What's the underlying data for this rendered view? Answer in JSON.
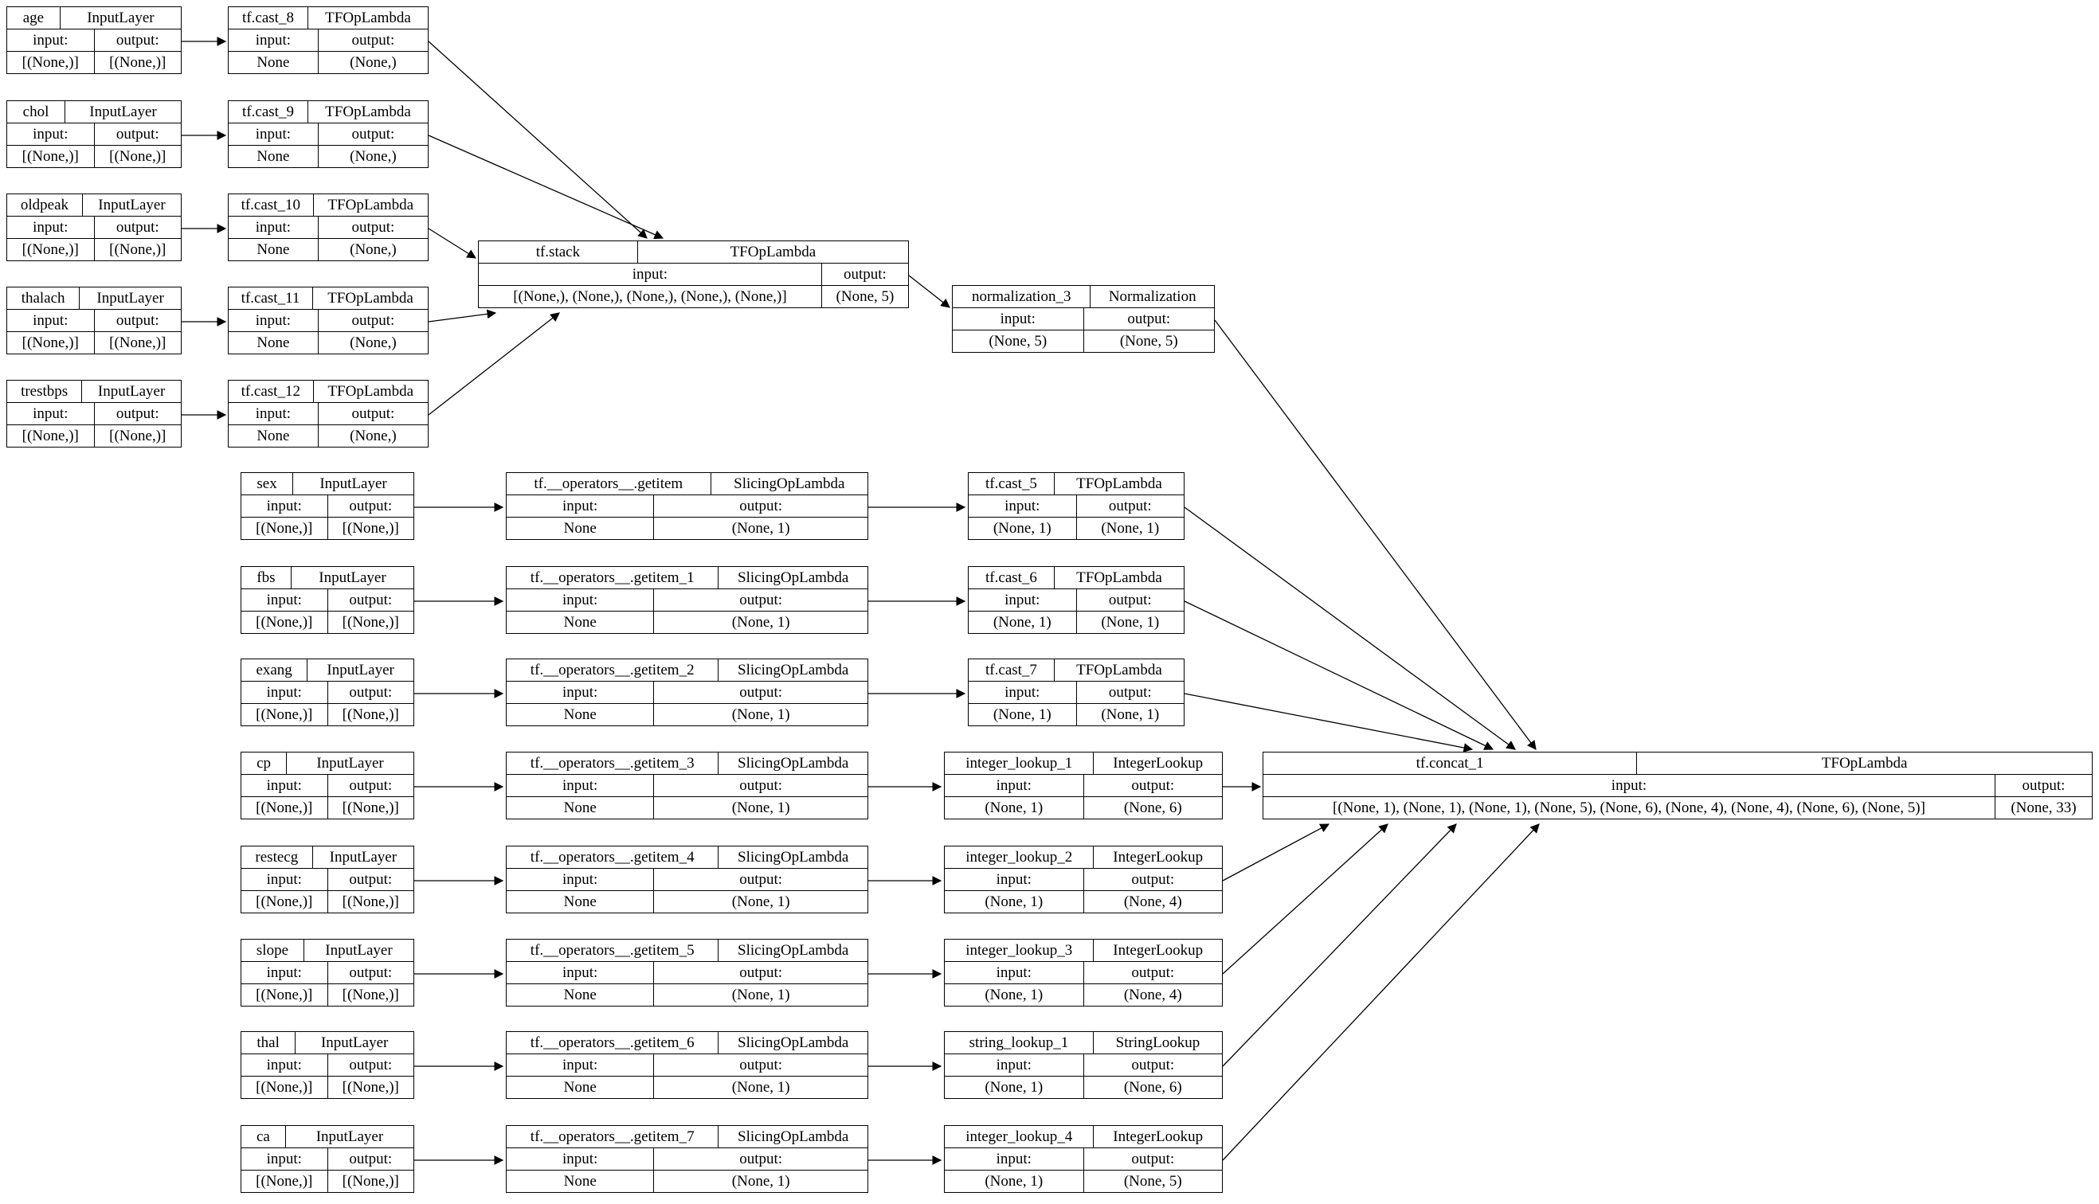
{
  "labels": {
    "input": "input:",
    "output": "output:"
  },
  "nodes": {
    "age": {
      "name": "age",
      "type": "InputLayer",
      "input": "[(None,)]",
      "output": "[(None,)]"
    },
    "chol": {
      "name": "chol",
      "type": "InputLayer",
      "input": "[(None,)]",
      "output": "[(None,)]"
    },
    "oldpeak": {
      "name": "oldpeak",
      "type": "InputLayer",
      "input": "[(None,)]",
      "output": "[(None,)]"
    },
    "thalach": {
      "name": "thalach",
      "type": "InputLayer",
      "input": "[(None,)]",
      "output": "[(None,)]"
    },
    "trestbps": {
      "name": "trestbps",
      "type": "InputLayer",
      "input": "[(None,)]",
      "output": "[(None,)]"
    },
    "cast_8": {
      "name": "tf.cast_8",
      "type": "TFOpLambda",
      "input": "None",
      "output": "(None,)"
    },
    "cast_9": {
      "name": "tf.cast_9",
      "type": "TFOpLambda",
      "input": "None",
      "output": "(None,)"
    },
    "cast_10": {
      "name": "tf.cast_10",
      "type": "TFOpLambda",
      "input": "None",
      "output": "(None,)"
    },
    "cast_11": {
      "name": "tf.cast_11",
      "type": "TFOpLambda",
      "input": "None",
      "output": "(None,)"
    },
    "cast_12": {
      "name": "tf.cast_12",
      "type": "TFOpLambda",
      "input": "None",
      "output": "(None,)"
    },
    "stack": {
      "name": "tf.stack",
      "type": "TFOpLambda",
      "input": "[(None,), (None,), (None,), (None,), (None,)]",
      "output": "(None, 5)"
    },
    "norm": {
      "name": "normalization_3",
      "type": "Normalization",
      "input": "(None, 5)",
      "output": "(None, 5)"
    },
    "sex": {
      "name": "sex",
      "type": "InputLayer",
      "input": "[(None,)]",
      "output": "[(None,)]"
    },
    "fbs": {
      "name": "fbs",
      "type": "InputLayer",
      "input": "[(None,)]",
      "output": "[(None,)]"
    },
    "exang": {
      "name": "exang",
      "type": "InputLayer",
      "input": "[(None,)]",
      "output": "[(None,)]"
    },
    "cp": {
      "name": "cp",
      "type": "InputLayer",
      "input": "[(None,)]",
      "output": "[(None,)]"
    },
    "restecg": {
      "name": "restecg",
      "type": "InputLayer",
      "input": "[(None,)]",
      "output": "[(None,)]"
    },
    "slope": {
      "name": "slope",
      "type": "InputLayer",
      "input": "[(None,)]",
      "output": "[(None,)]"
    },
    "thal": {
      "name": "thal",
      "type": "InputLayer",
      "input": "[(None,)]",
      "output": "[(None,)]"
    },
    "ca": {
      "name": "ca",
      "type": "InputLayer",
      "input": "[(None,)]",
      "output": "[(None,)]"
    },
    "getitem": {
      "name": "tf.__operators__.getitem",
      "type": "SlicingOpLambda",
      "input": "None",
      "output": "(None, 1)"
    },
    "getitem_1": {
      "name": "tf.__operators__.getitem_1",
      "type": "SlicingOpLambda",
      "input": "None",
      "output": "(None, 1)"
    },
    "getitem_2": {
      "name": "tf.__operators__.getitem_2",
      "type": "SlicingOpLambda",
      "input": "None",
      "output": "(None, 1)"
    },
    "getitem_3": {
      "name": "tf.__operators__.getitem_3",
      "type": "SlicingOpLambda",
      "input": "None",
      "output": "(None, 1)"
    },
    "getitem_4": {
      "name": "tf.__operators__.getitem_4",
      "type": "SlicingOpLambda",
      "input": "None",
      "output": "(None, 1)"
    },
    "getitem_5": {
      "name": "tf.__operators__.getitem_5",
      "type": "SlicingOpLambda",
      "input": "None",
      "output": "(None, 1)"
    },
    "getitem_6": {
      "name": "tf.__operators__.getitem_6",
      "type": "SlicingOpLambda",
      "input": "None",
      "output": "(None, 1)"
    },
    "getitem_7": {
      "name": "tf.__operators__.getitem_7",
      "type": "SlicingOpLambda",
      "input": "None",
      "output": "(None, 1)"
    },
    "cast_5": {
      "name": "tf.cast_5",
      "type": "TFOpLambda",
      "input": "(None, 1)",
      "output": "(None, 1)"
    },
    "cast_6": {
      "name": "tf.cast_6",
      "type": "TFOpLambda",
      "input": "(None, 1)",
      "output": "(None, 1)"
    },
    "cast_7": {
      "name": "tf.cast_7",
      "type": "TFOpLambda",
      "input": "(None, 1)",
      "output": "(None, 1)"
    },
    "il_1": {
      "name": "integer_lookup_1",
      "type": "IntegerLookup",
      "input": "(None, 1)",
      "output": "(None, 6)"
    },
    "il_2": {
      "name": "integer_lookup_2",
      "type": "IntegerLookup",
      "input": "(None, 1)",
      "output": "(None, 4)"
    },
    "il_3": {
      "name": "integer_lookup_3",
      "type": "IntegerLookup",
      "input": "(None, 1)",
      "output": "(None, 4)"
    },
    "sl_1": {
      "name": "string_lookup_1",
      "type": "StringLookup",
      "input": "(None, 1)",
      "output": "(None, 6)"
    },
    "il_4": {
      "name": "integer_lookup_4",
      "type": "IntegerLookup",
      "input": "(None, 1)",
      "output": "(None, 5)"
    },
    "concat": {
      "name": "tf.concat_1",
      "type": "TFOpLambda",
      "input": "[(None, 1), (None, 1), (None, 1), (None, 5), (None, 6), (None, 4), (None, 4), (None, 6), (None, 5)]",
      "output": "(None, 33)"
    }
  },
  "edges": [
    {
      "from": "age",
      "to": "cast_8"
    },
    {
      "from": "chol",
      "to": "cast_9"
    },
    {
      "from": "oldpeak",
      "to": "cast_10"
    },
    {
      "from": "thalach",
      "to": "cast_11"
    },
    {
      "from": "trestbps",
      "to": "cast_12"
    },
    {
      "from": "cast_8",
      "to": "stack"
    },
    {
      "from": "cast_9",
      "to": "stack"
    },
    {
      "from": "cast_10",
      "to": "stack"
    },
    {
      "from": "cast_11",
      "to": "stack"
    },
    {
      "from": "cast_12",
      "to": "stack"
    },
    {
      "from": "stack",
      "to": "norm"
    },
    {
      "from": "norm",
      "to": "concat"
    },
    {
      "from": "sex",
      "to": "getitem"
    },
    {
      "from": "fbs",
      "to": "getitem_1"
    },
    {
      "from": "exang",
      "to": "getitem_2"
    },
    {
      "from": "cp",
      "to": "getitem_3"
    },
    {
      "from": "restecg",
      "to": "getitem_4"
    },
    {
      "from": "slope",
      "to": "getitem_5"
    },
    {
      "from": "thal",
      "to": "getitem_6"
    },
    {
      "from": "ca",
      "to": "getitem_7"
    },
    {
      "from": "getitem",
      "to": "cast_5"
    },
    {
      "from": "getitem_1",
      "to": "cast_6"
    },
    {
      "from": "getitem_2",
      "to": "cast_7"
    },
    {
      "from": "getitem_3",
      "to": "il_1"
    },
    {
      "from": "getitem_4",
      "to": "il_2"
    },
    {
      "from": "getitem_5",
      "to": "il_3"
    },
    {
      "from": "getitem_6",
      "to": "sl_1"
    },
    {
      "from": "getitem_7",
      "to": "il_4"
    },
    {
      "from": "cast_5",
      "to": "concat"
    },
    {
      "from": "cast_6",
      "to": "concat"
    },
    {
      "from": "cast_7",
      "to": "concat"
    },
    {
      "from": "il_1",
      "to": "concat"
    },
    {
      "from": "il_2",
      "to": "concat"
    },
    {
      "from": "il_3",
      "to": "concat"
    },
    {
      "from": "sl_1",
      "to": "concat"
    },
    {
      "from": "il_4",
      "to": "concat"
    }
  ],
  "colors": {
    "line": "#000000",
    "background": "#ffffff"
  }
}
